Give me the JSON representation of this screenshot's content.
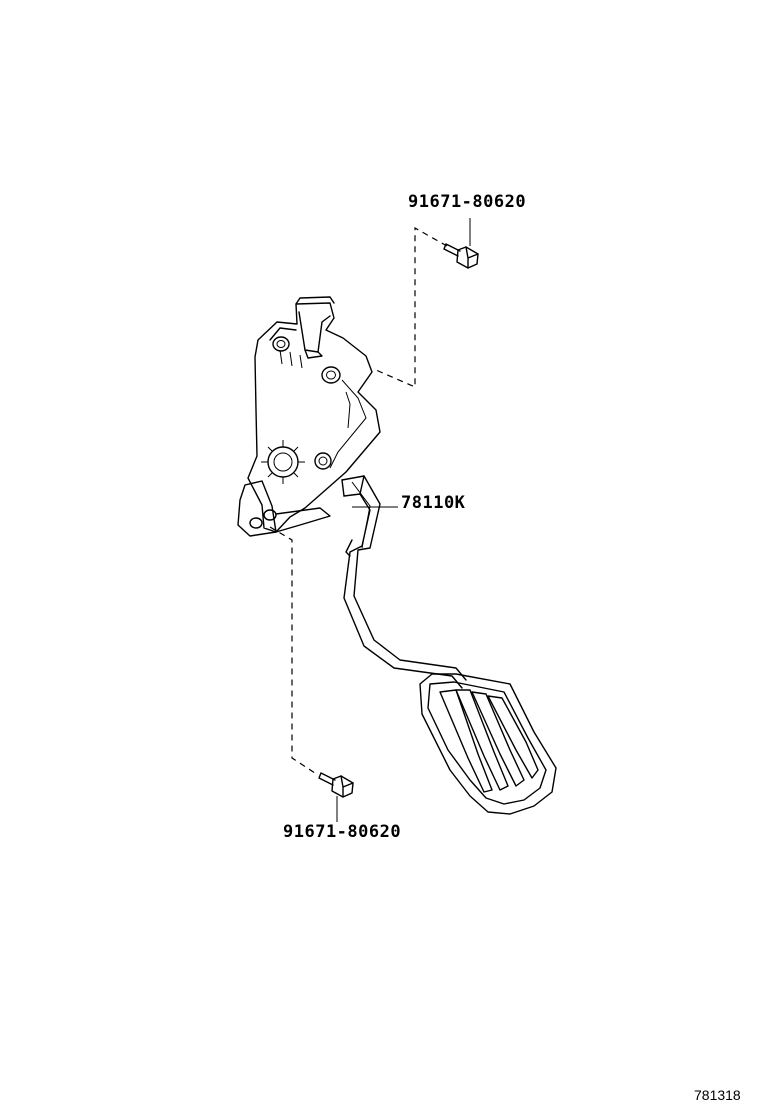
{
  "parts": {
    "bolt_upper": "91671-80620",
    "pedal_assembly": "78110K",
    "bolt_lower": "91671-80620"
  },
  "diagram_id": "781318"
}
